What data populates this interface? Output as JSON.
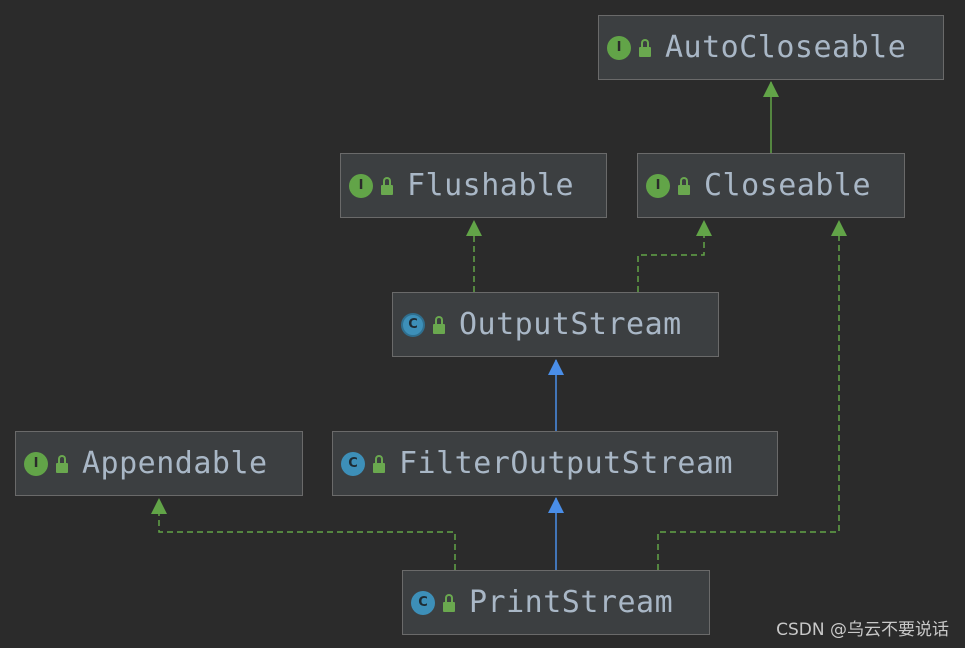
{
  "colors": {
    "background": "#2b2b2b",
    "node_fill": "#3c3f41",
    "node_border": "#6a6a6a",
    "text": "#a9b7c6",
    "implements_edge": "#62a448",
    "extends_edge": "#4a8ee8"
  },
  "nodes": {
    "autocloseable": {
      "label": "AutoCloseable",
      "kind": "interface",
      "badge": "I"
    },
    "flushable": {
      "label": "Flushable",
      "kind": "interface",
      "badge": "I"
    },
    "closeable": {
      "label": "Closeable",
      "kind": "interface",
      "badge": "I"
    },
    "outputstream": {
      "label": "OutputStream",
      "kind": "abstract-class",
      "badge": "C"
    },
    "appendable": {
      "label": "Appendable",
      "kind": "interface",
      "badge": "I"
    },
    "filteroutputstream": {
      "label": "FilterOutputStream",
      "kind": "class",
      "badge": "C"
    },
    "printstream": {
      "label": "PrintStream",
      "kind": "class",
      "badge": "C"
    }
  },
  "edges": [
    {
      "from": "closeable",
      "to": "autocloseable",
      "type": "extends-interface",
      "style": "solid"
    },
    {
      "from": "outputstream",
      "to": "flushable",
      "type": "implements",
      "style": "dashed"
    },
    {
      "from": "outputstream",
      "to": "closeable",
      "type": "implements",
      "style": "dashed"
    },
    {
      "from": "filteroutputstream",
      "to": "outputstream",
      "type": "extends",
      "style": "solid"
    },
    {
      "from": "printstream",
      "to": "filteroutputstream",
      "type": "extends",
      "style": "solid"
    },
    {
      "from": "printstream",
      "to": "appendable",
      "type": "implements",
      "style": "dashed"
    },
    {
      "from": "printstream",
      "to": "closeable",
      "type": "implements",
      "style": "dashed"
    }
  ],
  "watermark": "CSDN @乌云不要说话"
}
